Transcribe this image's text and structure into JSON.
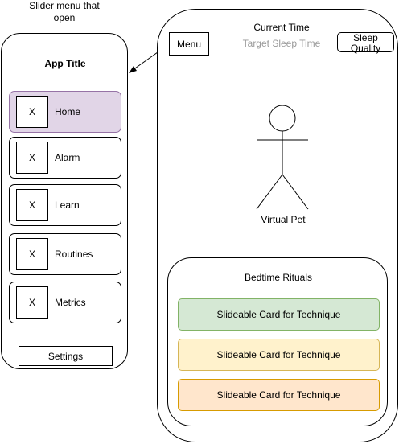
{
  "annotation": {
    "text_line1": "Slider menu that",
    "text_line2": "open"
  },
  "drawer": {
    "title": "App Title",
    "items": [
      {
        "icon": "X",
        "label": "Home",
        "active": true
      },
      {
        "icon": "X",
        "label": "Alarm",
        "active": false
      },
      {
        "icon": "X",
        "label": "Learn",
        "active": false
      },
      {
        "icon": "X",
        "label": "Routines",
        "active": false
      },
      {
        "icon": "X",
        "label": "Metrics",
        "active": false
      }
    ],
    "settings_label": "Settings"
  },
  "header": {
    "menu_label": "Menu",
    "current_time": "Current Time",
    "target_sleep_time": "Target Sleep Time",
    "sleep_quality": "Sleep Quality"
  },
  "pet": {
    "label": "Virtual Pet"
  },
  "rituals": {
    "title": "Bedtime Rituals",
    "cards": [
      {
        "label": "Slideable Card for Technique",
        "fill": "#d5e8d4",
        "stroke": "#82b366"
      },
      {
        "label": "Slideable Card for Technique",
        "fill": "#fff2cc",
        "stroke": "#d6b656"
      },
      {
        "label": "Slideable Card for Technique",
        "fill": "#ffe6cc",
        "stroke": "#d79b00"
      }
    ]
  },
  "colors": {
    "active_fill": "#e1d5e7",
    "active_stroke": "#9673a6",
    "muted_text": "#999999"
  }
}
